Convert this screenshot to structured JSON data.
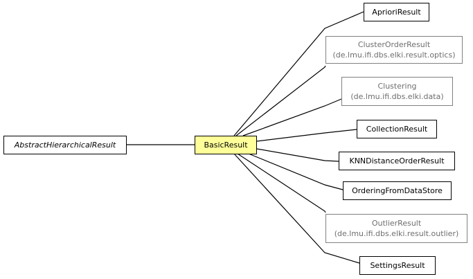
{
  "colors": {
    "edge": "#000000",
    "focus_fill": "#ffff99",
    "external_border": "#808080",
    "external_text": "#6e6e6e"
  },
  "nodes": {
    "abstract_hierarchical": {
      "label": "AbstractHierarchicalResult"
    },
    "basic_result": {
      "label": "BasicResult"
    },
    "apriori": {
      "label": "AprioriResult"
    },
    "cluster_order": {
      "label": "ClusterOrderResult",
      "package": "(de.lmu.ifi.dbs.elki.result.optics)"
    },
    "clustering": {
      "label": "Clustering",
      "package": "(de.lmu.ifi.dbs.elki.data)"
    },
    "collection": {
      "label": "CollectionResult"
    },
    "knn_distance_order": {
      "label": "KNNDistanceOrderResult"
    },
    "ordering_from_datastore": {
      "label": "OrderingFromDataStore"
    },
    "outlier": {
      "label": "OutlierResult",
      "package": "(de.lmu.ifi.dbs.elki.result.outlier)"
    },
    "settings": {
      "label": "SettingsResult"
    }
  }
}
